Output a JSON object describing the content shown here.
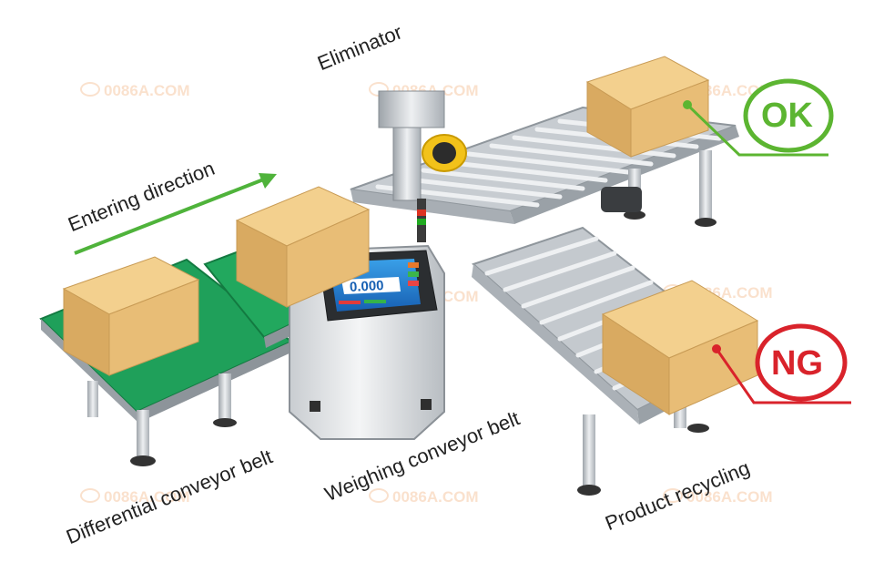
{
  "labels": {
    "eliminator": "Eliminator",
    "entering_direction": "Entering direction",
    "differential_belt": "Differential conveyor belt",
    "weighing_belt": "Weighing conveyor belt",
    "product_recycling": "Product recycling"
  },
  "badges": {
    "ok": "OK",
    "ng": "NG"
  },
  "screen": {
    "reading": "0.000"
  },
  "watermark": "0086A.COM",
  "colors": {
    "ok": "#5cb531",
    "ng": "#d9232b",
    "arrow": "#4fb33b",
    "belt": "#1fa05a",
    "box": "#e9c07d"
  }
}
